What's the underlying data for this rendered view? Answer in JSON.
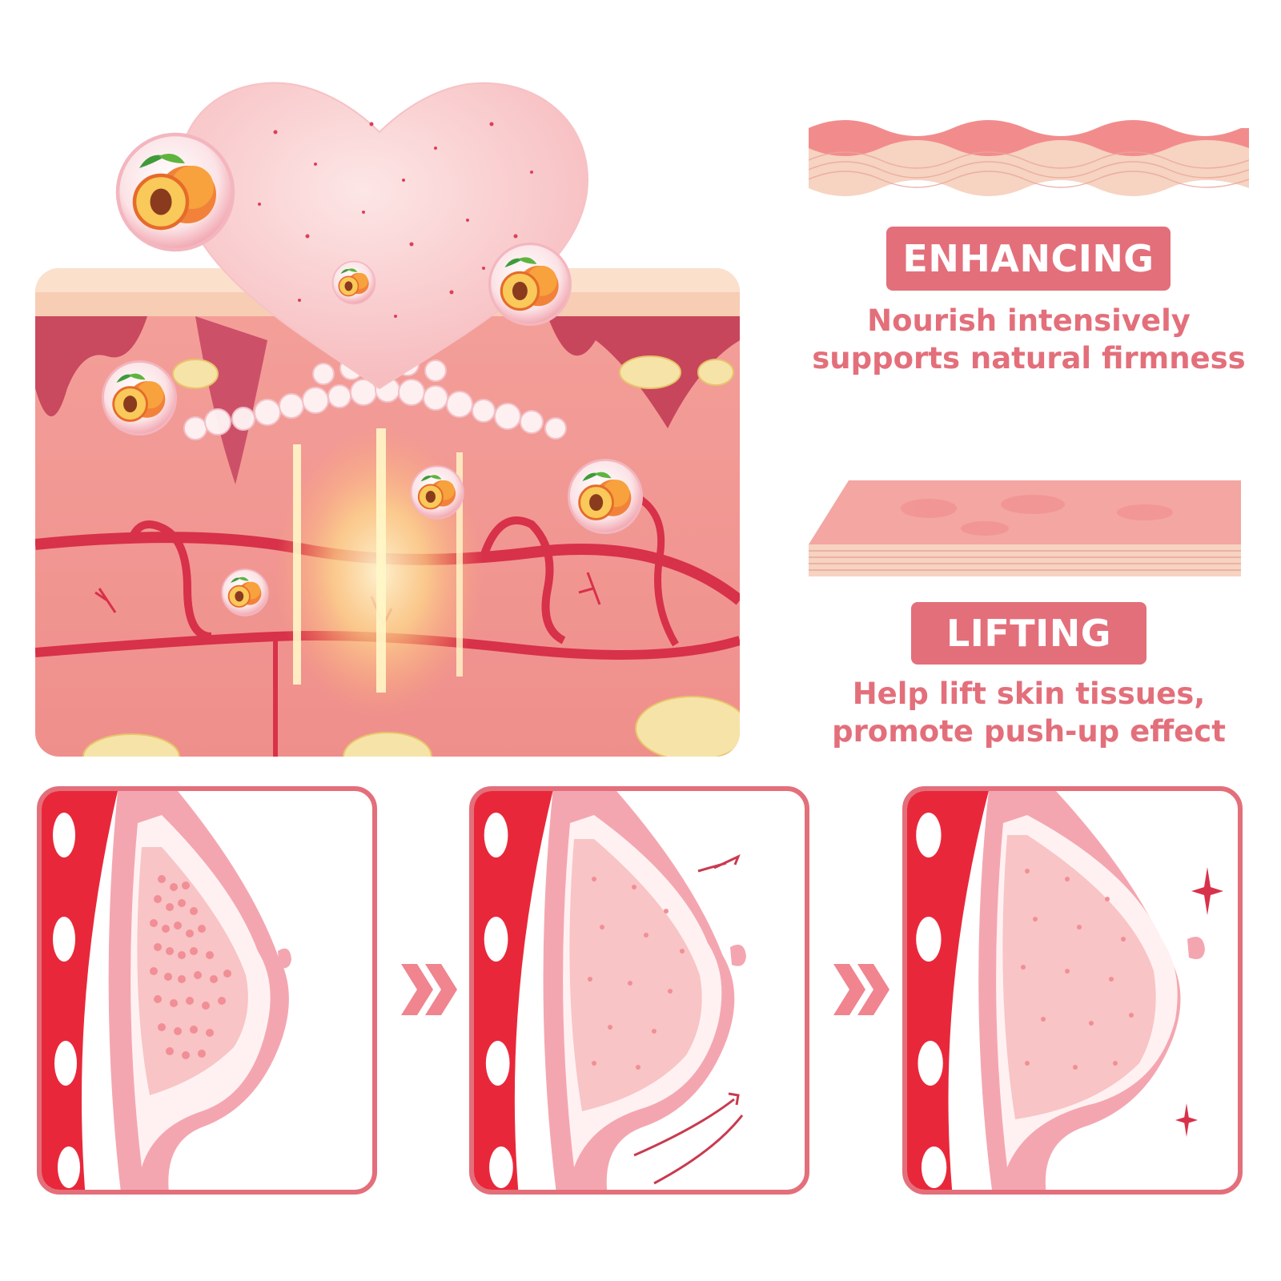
{
  "features": {
    "enhancing": {
      "title": "ENHANCING",
      "description_line1": "Nourish intensively",
      "description_line2": "supports natural firmness"
    },
    "lifting": {
      "title": "LIFTING",
      "description_line1": "Help lift skin tissues,",
      "description_line2": "promote push-up effect"
    }
  },
  "colors": {
    "accent": "#e36f7b",
    "skin_pink": "#f4a9a6",
    "vessel_red": "#d8314a",
    "bone_red": "#e8283a"
  },
  "icons": {
    "heart": "heart-soap-icon",
    "peach": "peach-icon",
    "next": "double-chevron-right-icon",
    "sparkle": "sparkle-icon"
  }
}
